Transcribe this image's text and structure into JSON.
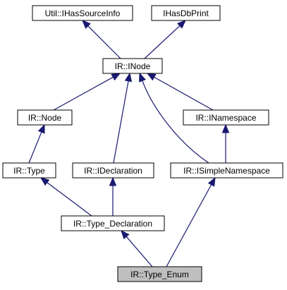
{
  "diagram": {
    "colors": {
      "node_fill": "#ffffff",
      "highlight_fill": "#bfbfbf",
      "edge": "#191970",
      "border": "#000000"
    },
    "nodes": [
      {
        "id": "util_ihassourceinfo",
        "label": "Util::IHasSourceInfo",
        "highlight": false
      },
      {
        "id": "ihasdbprint",
        "label": "IHasDbPrint",
        "highlight": false
      },
      {
        "id": "ir_inode",
        "label": "IR::INode",
        "highlight": false
      },
      {
        "id": "ir_node",
        "label": "IR::Node",
        "highlight": false
      },
      {
        "id": "ir_inamespace",
        "label": "IR::INamespace",
        "highlight": false
      },
      {
        "id": "ir_type",
        "label": "IR::Type",
        "highlight": false
      },
      {
        "id": "ir_ideclaration",
        "label": "IR::IDeclaration",
        "highlight": false
      },
      {
        "id": "ir_isimplenamespace",
        "label": "IR::ISimpleNamespace",
        "highlight": false
      },
      {
        "id": "ir_type_declaration",
        "label": "IR::Type_Declaration",
        "highlight": false
      },
      {
        "id": "ir_type_enum",
        "label": "IR::Type_Enum",
        "highlight": true
      }
    ],
    "edges": [
      {
        "from": "ir_inode",
        "to": "util_ihassourceinfo"
      },
      {
        "from": "ir_inode",
        "to": "ihasdbprint"
      },
      {
        "from": "ir_node",
        "to": "ir_inode"
      },
      {
        "from": "ir_ideclaration",
        "to": "ir_inode"
      },
      {
        "from": "ir_inamespace",
        "to": "ir_inode"
      },
      {
        "from": "ir_isimplenamespace",
        "to": "ir_inode"
      },
      {
        "from": "ir_type",
        "to": "ir_node"
      },
      {
        "from": "ir_isimplenamespace",
        "to": "ir_inamespace"
      },
      {
        "from": "ir_type_declaration",
        "to": "ir_type"
      },
      {
        "from": "ir_type_declaration",
        "to": "ir_ideclaration"
      },
      {
        "from": "ir_type_enum",
        "to": "ir_type_declaration"
      },
      {
        "from": "ir_type_enum",
        "to": "ir_isimplenamespace"
      }
    ]
  }
}
